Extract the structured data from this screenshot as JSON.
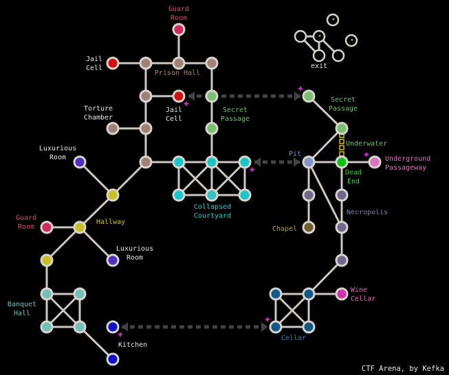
{
  "colors": {
    "background": "#000000",
    "edge": "#cfc8c0",
    "secret_link": "#444444",
    "node_ring": "#d8d4cc",
    "marker": "#d020d0",
    "ladder": "#d8c000"
  },
  "credit": "CTF Arena, by Kefka",
  "rooms": {
    "guard_room_top": {
      "lines": [
        "Guard",
        "Room"
      ],
      "color": "#d85070"
    },
    "jail_cell_left": {
      "lines": [
        "Jail",
        "Cell"
      ],
      "color": "#e8e8e8"
    },
    "prison_hall": {
      "lines": [
        "Prison Hall"
      ],
      "color": "#b08070"
    },
    "jail_cell_mid": {
      "lines": [
        "Jail",
        "Cell"
      ],
      "color": "#e8e8e8"
    },
    "torture_chamber": {
      "lines": [
        "Torture",
        "Chamber"
      ],
      "color": "#e8e8e8"
    },
    "secret_passage_mid": {
      "lines": [
        "Secret",
        "Passage"
      ],
      "color": "#70c070"
    },
    "secret_passage_right": {
      "lines": [
        "Secret",
        "Passage"
      ],
      "color": "#70c070"
    },
    "luxurious_room_top": {
      "lines": [
        "Luxurious",
        "Room"
      ],
      "color": "#e8e8e8"
    },
    "underwater": {
      "lines": [
        "Underwater"
      ],
      "color": "#70c070"
    },
    "pit": {
      "lines": [
        "Pit"
      ],
      "color": "#8090c0"
    },
    "dead_end": {
      "lines": [
        "Dead",
        "End"
      ],
      "color": "#30d030"
    },
    "underground_passageway": {
      "lines": [
        "Underground",
        "Passageway"
      ],
      "color": "#e070c0"
    },
    "collapsed_courtyard": {
      "lines": [
        "Collapsed",
        "Courtyard"
      ],
      "color": "#30c8c8"
    },
    "guard_room_left": {
      "lines": [
        "Guard",
        "Room"
      ],
      "color": "#d85070"
    },
    "hallway": {
      "lines": [
        "Hallway"
      ],
      "color": "#d0c020"
    },
    "necropolis": {
      "lines": [
        "Necropolis"
      ],
      "color": "#8080b8"
    },
    "chapel": {
      "lines": [
        "Chapel"
      ],
      "color": "#b0a040"
    },
    "luxurious_room_bottom": {
      "lines": [
        "Luxurious",
        "Room"
      ],
      "color": "#e8e8e8"
    },
    "banquet_hall": {
      "lines": [
        "Banquet",
        "Hall"
      ],
      "color": "#70c0c0"
    },
    "wine_cellar": {
      "lines": [
        "Wine",
        "Cellar"
      ],
      "color": "#e070c0"
    },
    "kitchen": {
      "lines": [
        "Kitchen"
      ],
      "color": "#e8e8e8"
    },
    "cellar": {
      "lines": [
        "Cellar"
      ],
      "color": "#4080c0"
    },
    "exit": {
      "lines": [
        "exit"
      ],
      "color": "#e8e8e8"
    }
  },
  "node_colors": {
    "prison": "#a08078",
    "guard": "#d02860",
    "jail": "#d01010",
    "secret": "#78c070",
    "courtyard": "#18c8c8",
    "lux": "#5030c0",
    "hallway": "#c8c020",
    "banquet": "#70c0b8",
    "kitchen": "#1010c8",
    "pit": "#8098c8",
    "necro": "#706890",
    "chapel": "#706030",
    "cellar": "#105888",
    "wine": "#d030b0",
    "dead": "#10c010",
    "under": "#e070c0",
    "exit": "#000000"
  }
}
